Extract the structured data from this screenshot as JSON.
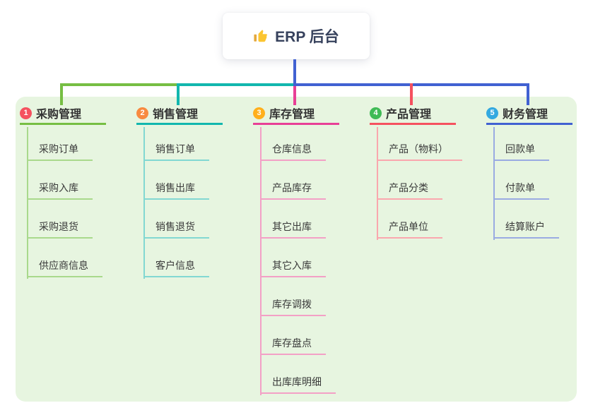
{
  "root": {
    "title": "ERP 后台",
    "icon": "thumbs-up-icon",
    "line_color": "#4161D2"
  },
  "colors": {
    "canvas_bg": "#FFFFFF",
    "panel_bg": "#E7F5E0",
    "root_text": "#36415C",
    "branch_text": "#333333",
    "child_text": "#3A3A3A",
    "thumb_gold": "#FBC531",
    "thumb_dark": "#E5A93D"
  },
  "branches": [
    {
      "index": "1",
      "label": "采购管理",
      "line_color": "#76BE43",
      "light_color": "#A9D98C",
      "badge_color": "#F5515F",
      "children": [
        "采购订单",
        "采购入库",
        "采购退货",
        "供应商信息"
      ]
    },
    {
      "index": "2",
      "label": "销售管理",
      "line_color": "#12B7AE",
      "light_color": "#82D8D2",
      "badge_color": "#F88A40",
      "children": [
        "销售订单",
        "销售出库",
        "销售退货",
        "客户信息"
      ]
    },
    {
      "index": "3",
      "label": "库存管理",
      "line_color": "#E83F96",
      "light_color": "#F3A0C6",
      "badge_color": "#FFAF1C",
      "children": [
        "仓库信息",
        "产品库存",
        "其它出库",
        "其它入库",
        "库存调拨",
        "库存盘点",
        "出库库明细"
      ]
    },
    {
      "index": "4",
      "label": "产品管理",
      "line_color": "#F5515F",
      "light_color": "#FAA7AE",
      "badge_color": "#3FBB55",
      "children": [
        "产品（物料）",
        "产品分类",
        "产品单位"
      ]
    },
    {
      "index": "5",
      "label": "财务管理",
      "line_color": "#4161D2",
      "light_color": "#9AABE2",
      "badge_color": "#33A9E0",
      "children": [
        "回款单",
        "付款单",
        "结算账户"
      ]
    }
  ]
}
